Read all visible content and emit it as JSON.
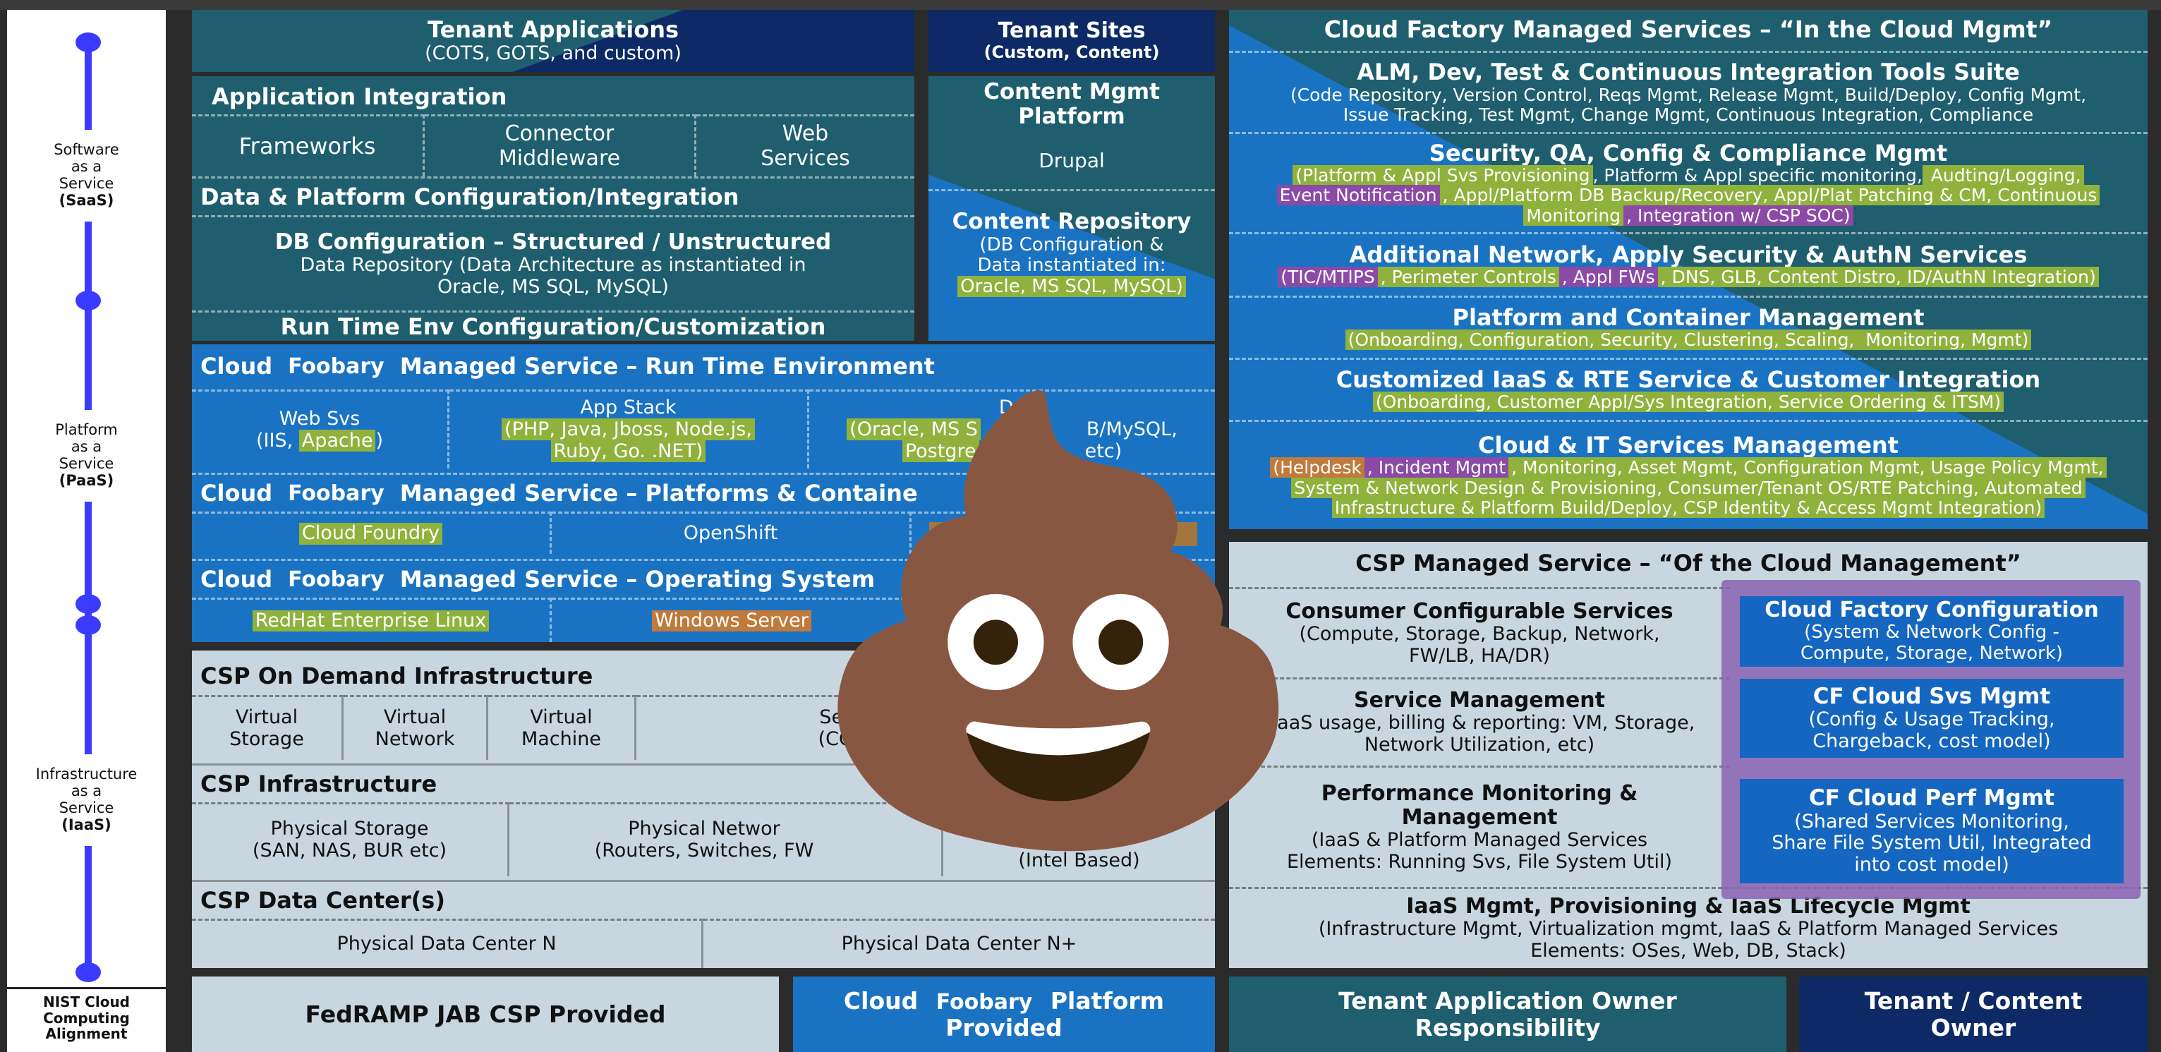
{
  "nist": {
    "saas": {
      "l1": "Software",
      "l2": "as a",
      "l3": "Service",
      "l4": "(SaaS)"
    },
    "paas": {
      "l1": "Platform",
      "l2": "as a",
      "l3": "Service",
      "l4": "(PaaS)"
    },
    "iaas": {
      "l1": "Infrastructure",
      "l2": "as a",
      "l3": "Service",
      "l4": "(IaaS)"
    },
    "footer": {
      "l1": "NIST Cloud",
      "l2": "Computing",
      "l3": "Alignment"
    }
  },
  "tenant": {
    "apps_title": "Tenant Applications",
    "apps_sub": "(COTS, GOTS, and custom)",
    "sites_title": "Tenant Sites",
    "sites_sub": "(Custom, Content)",
    "app_integration": "Application Integration",
    "frameworks": "Frameworks",
    "connector_l1": "Connector",
    "connector_l2": "Middleware",
    "web_l1": "Web",
    "web_l2": "Services",
    "cms_l1": "Content Mgmt",
    "cms_l2": "Platform",
    "drupal": "Drupal",
    "data_platform": "Data & Platform Configuration/Integration",
    "db_title": "DB Configuration – Structured / Unstructured",
    "db_sub1": "Data Repository (Data Architecture as instantiated in",
    "db_sub2": "Oracle, MS SQL, MySQL)",
    "repo_title": "Content Repository",
    "repo_l1": "(DB Configuration &",
    "repo_l2": "Data instantiated in:",
    "repo_l3": "Oracle, MS SQL, MySQL)",
    "runtime_cfg": "Run Time Env Configuration/Customization"
  },
  "managed": {
    "cloud": "Cloud",
    "foobary": "Foobary",
    "rte_title": "Managed Service – Run Time Environment",
    "websvs_l1": "Web Svs",
    "websvs_pre": "(IIS, ",
    "websvs_apache": "Apache",
    "websvs_post": ")",
    "appstack_title": "App Stack",
    "appstack_l1": "(PHP, Java,  Jboss, Node.js,",
    "appstack_l2": "Ruby, Go. .NET)",
    "db_title": "Da",
    "db_l1": "(Oracle, MS S",
    "db_l1b": "B/MySQL,",
    "db_l2": "Postgre",
    "db_l2b": "etc)",
    "pc_title": "Managed Service – Platforms & Containe",
    "cloud_foundry": "Cloud Foundry",
    "openshift": "OpenShift",
    "os_title": "Managed Service – Operating System",
    "redhat": "RedHat Enterprise Linux",
    "windows": "Windows Server"
  },
  "csp_infra": {
    "on_demand": "CSP On Demand Infrastructure",
    "vstorage_l1": "Virtual",
    "vstorage_l2": "Storage",
    "vnetwork_l1": "Virtual",
    "vnetwork_l2": "Network",
    "vmachine_l1": "Virtual",
    "vmachine_l2": "Machine",
    "secpol_l1": "Security Polic",
    "secpol_l2": "(COI, Trust Zo",
    "infra": "CSP Infrastructure",
    "pstorage_l1": "Physical Storage",
    "pstorage_l2": "(SAN, NAS, BUR etc)",
    "pnetwork_l1": "Physical Networ",
    "pnetwork_l2": "(Routers, Switches, FW",
    "intel": "(Intel Based)",
    "dc": "CSP Data Center(s)",
    "dc_n": "Physical Data Center N",
    "dc_n1": "Physical Data Center N+"
  },
  "cf": {
    "title": "Cloud Factory Managed Services – “In the Cloud Mgmt”",
    "alm_title": "ALM, Dev, Test & Continuous Integration Tools Suite",
    "alm_l1": "(Code Repository, Version Control, Reqs Mgmt, Release Mgmt, Build/Deploy, Config Mgmt,",
    "alm_l2": "Issue Tracking, Test Mgmt, Change Mgmt, Continuous Integration, Compliance",
    "sec_title": "Security, QA, Config & Compliance Mgmt",
    "sec_l1a": "(Platform & Appl Svs Provisioning",
    "sec_l1b": ", Platform & Appl specific monitoring,",
    "sec_l1c": " Audting/Logging,",
    "sec_l2a": "Event Notification",
    "sec_l2b": ", Appl/Platform DB Backup/Recovery, Appl/Plat Patching & CM, Continuous",
    "sec_l3a": "Monitoring",
    "sec_l3b": ", Integration w/ CSP SOC)",
    "net_title": "Additional Network, Apply Security & AuthN Services",
    "net_a": "(TIC/MTIPS",
    "net_b": ", Perimeter Controls",
    "net_c": ", Appl FWs",
    "net_d": ", DNS, GLB, Content Distro, ID/AuthN Integration)",
    "pcm_title": "Platform and Container Management",
    "pcm_a": "(Onboarding, Configuration, Security, Clustering, Scaling,",
    "pcm_b": " Monitoring, Mgmt)",
    "iaas_title": "Customized IaaS & RTE Service & Customer Integration",
    "iaas_sub": "(Onboarding, Customer Appl/Sys Integration, Service Ordering & ITSM)",
    "it_title": "Cloud & IT Services Management",
    "it_l1a": "(Helpdesk",
    "it_l1b": ", Incident Mgmt",
    "it_l1c": ", Monitoring, Asset Mgmt, Configuration Mgmt, Usage Policy Mgmt,",
    "it_l2": "System & Network Design & Provisioning, Consumer/Tenant OS/RTE Patching, Automated",
    "it_l3": "Infrastructure & Platform Build/Deploy, CSP Identity & Access Mgmt Integration)"
  },
  "csp_mgmt": {
    "title": "CSP Managed Service – “Of the Cloud Management”",
    "ccs_title": "Consumer Configurable Services",
    "ccs_l1": "(Compute, Storage, Backup, Network,",
    "ccs_l2": "FW/LB, HA/DR)",
    "sm_title": "Service Management",
    "sm_l1": "(IaaS usage, billing & reporting: VM, Storage,",
    "sm_l2": "Network Utilization, etc)",
    "pm_title_l1": "Performance Monitoring &",
    "pm_title_l2": "Management",
    "pm_l1": "(IaaS & Platform Managed Services",
    "pm_l2": "Elements: Running Svs, File System Util)",
    "lc_title": "IaaS Mgmt, Provisioning & IaaS Lifecycle Mgmt",
    "lc_l1": "(Infrastructure Mgmt, Virtualization mgmt, IaaS & Platform Managed Services",
    "lc_l2": "Elements: OSes, Web, DB, Stack)",
    "cfc_title": "Cloud Factory Configuration",
    "cfc_l1": "(System & Network Config -",
    "cfc_l2": "Compute, Storage, Network)",
    "cfs_title": "CF Cloud Svs Mgmt",
    "cfs_l1": "(Config & Usage Tracking,",
    "cfs_l2": "Chargeback, cost model)",
    "cfp_title": "CF Cloud Perf Mgmt",
    "cfp_l1": "(Shared Services Monitoring,",
    "cfp_l2": "Share File System Util, Integrated",
    "cfp_l3": "into cost model)"
  },
  "legend": {
    "fedramp": "FedRAMP JAB CSP Provided",
    "platform_cloud": "Cloud",
    "platform_foobary": "Foobary",
    "platform_rest": "Platform",
    "platform_l2": "Provided",
    "tenant_owner_l1": "Tenant Application Owner",
    "tenant_owner_l2": "Responsibility",
    "content_owner_l1": "Tenant / Content",
    "content_owner_l2": "Owner"
  },
  "overlay": {
    "emoji": "💩"
  },
  "colors": {
    "teal": "#1e5e6e",
    "blue": "#1a73c2",
    "light": "#c8d6e0",
    "navy": "#0d2a66",
    "purple": "#8a63b0",
    "nist_line": "#3b3bff"
  }
}
